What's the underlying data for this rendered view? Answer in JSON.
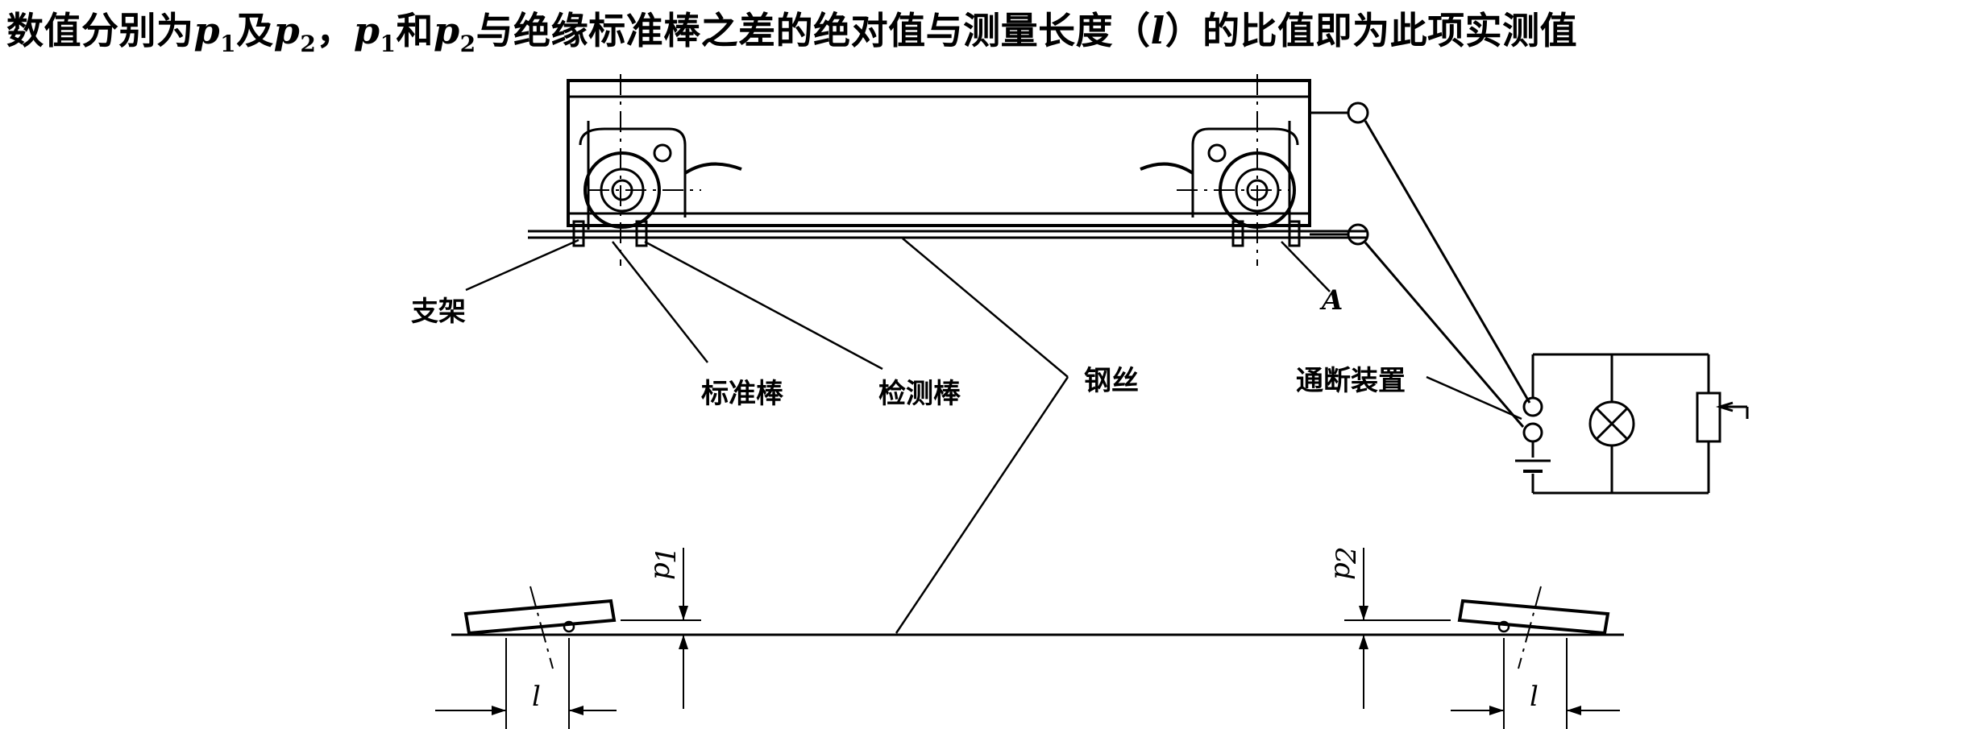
{
  "caption": {
    "part1": "数值分别为",
    "p": "p",
    "sub1": "1",
    "and": "及",
    "sub2": "2",
    "comma": "，",
    "he": "和",
    "rest": "与绝缘标准棒之差的绝对值与测量长度（",
    "l": "l",
    "end": "）的比值即为此项实测值"
  },
  "labels": {
    "support": "支架",
    "standard_bar": "标准棒",
    "test_bar": "检测棒",
    "steel_wire": "钢丝",
    "switch_device": "通断装置",
    "point_a": "A",
    "p1": "p",
    "p1_sub": "1",
    "p2": "p",
    "p2_sub": "2",
    "l_left": "l",
    "l_right": "l"
  },
  "icons": {
    "lamp": "lamp-icon",
    "resistor": "resistor-icon",
    "battery": "battery-icon"
  }
}
